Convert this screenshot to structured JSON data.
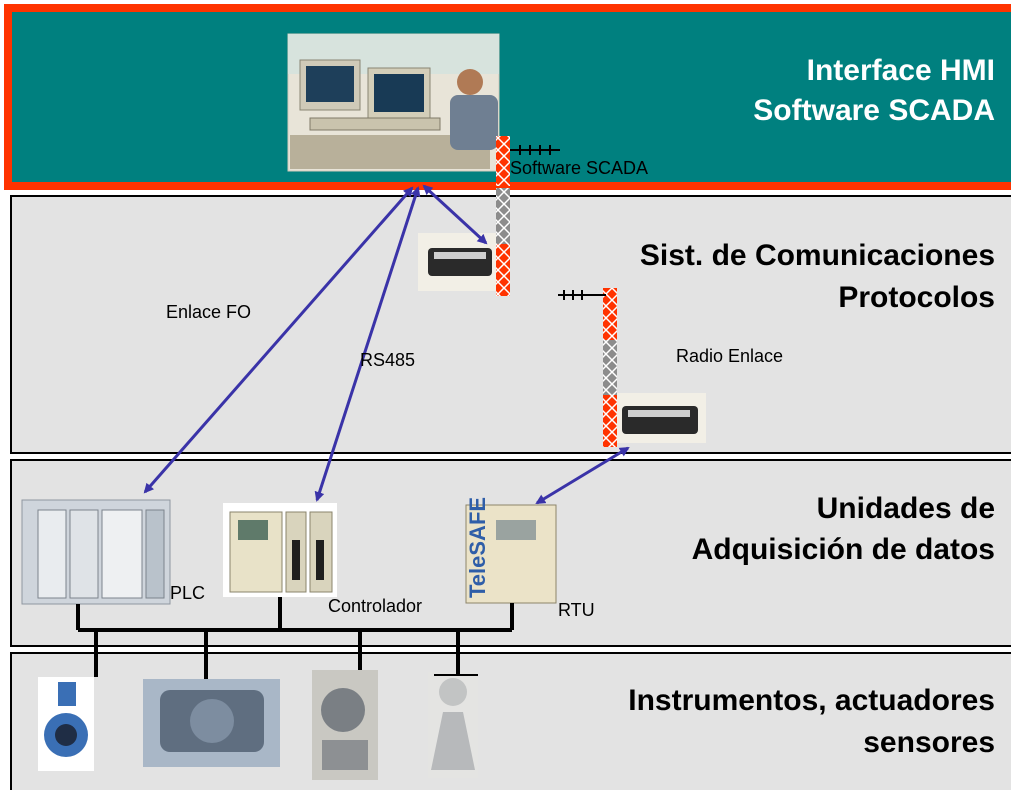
{
  "layers": {
    "hmi": {
      "title_line1": "Interface HMI",
      "title_line2": "Software SCADA",
      "color": "#00807f",
      "border_color": "#ff3300"
    },
    "comm": {
      "title_line1": "Sist. de Comunicaciones",
      "title_line2": "Protocolos"
    },
    "daq": {
      "title_line1": "Unidades de",
      "title_line2": "Adquisición de datos"
    },
    "field": {
      "title_line1": "Instrumentos, actuadores",
      "title_line2": "sensores"
    }
  },
  "labels": {
    "scada_antenna": "Software SCADA",
    "fiber_link": "Enlace FO",
    "rs485": "RS485",
    "radio_link": "Radio Enlace",
    "plc": "PLC",
    "controller": "Controlador",
    "rtu": "RTU"
  },
  "rtu_device_text": "TeleSAFE",
  "colors": {
    "link_arrow": "#3a33a8",
    "tower_red": "#ff3300",
    "tower_gray": "#8c8c8c",
    "bus": "#000000"
  }
}
